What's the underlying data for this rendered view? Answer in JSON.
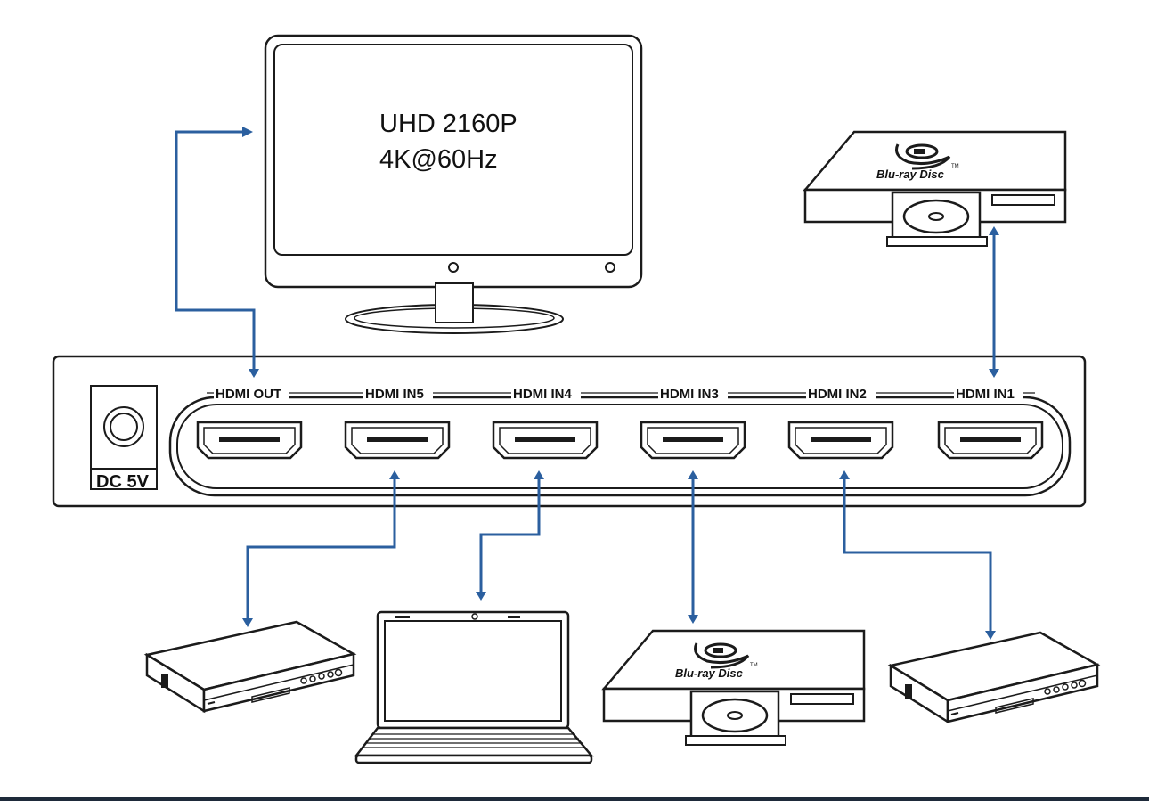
{
  "monitor": {
    "line1": "UHD 2160P",
    "line2": "4K@60Hz"
  },
  "switcher": {
    "power_label": "DC 5V",
    "ports": [
      "HDMI OUT",
      "HDMI IN5",
      "HDMI IN4",
      "HDMI IN3",
      "HDMI IN2",
      "HDMI IN1"
    ]
  },
  "bluray_logo": {
    "text": "Blu-ray Disc",
    "tm": "TM"
  },
  "colors": {
    "cable": "#2b5f9f",
    "outline": "#1b1b1b",
    "background": "#ffffff"
  },
  "devices": [
    "monitor",
    "blu-ray-player",
    "set-top-box",
    "laptop",
    "blu-ray-player",
    "set-top-box"
  ]
}
